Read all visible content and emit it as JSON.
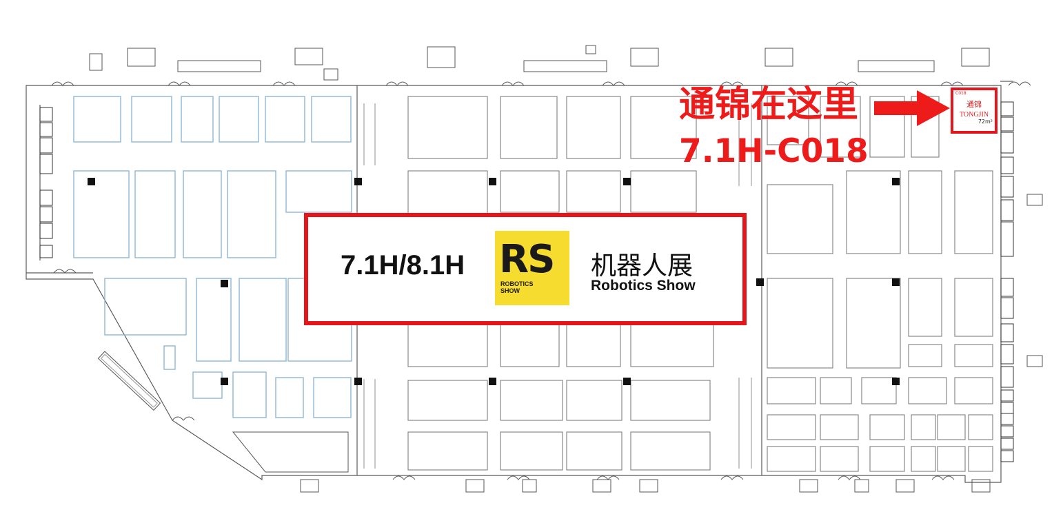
{
  "callout": {
    "line1": "通锦在这里",
    "line2": "7.1H-C018"
  },
  "event": {
    "hall_code": "7.1H/8.1H",
    "logo_letters": "RS",
    "logo_sub": "ROBOTICS SHOW",
    "name_cn": "机器人展",
    "name_en": "Robotics Show"
  },
  "highlight_booth": {
    "code": "C018",
    "name_cn": "通锦",
    "name_en": "TONGJIN",
    "area": "72m²"
  },
  "colors": {
    "highlight": "#e3171b",
    "logo_bg": "#f6dc2f",
    "floorplan_line": "#555555",
    "booth_outline": "#8fb6d6"
  },
  "icons": [
    "arrow-right-icon",
    "escalator-icon",
    "elevator-icon",
    "stair-icon",
    "door-icon"
  ]
}
